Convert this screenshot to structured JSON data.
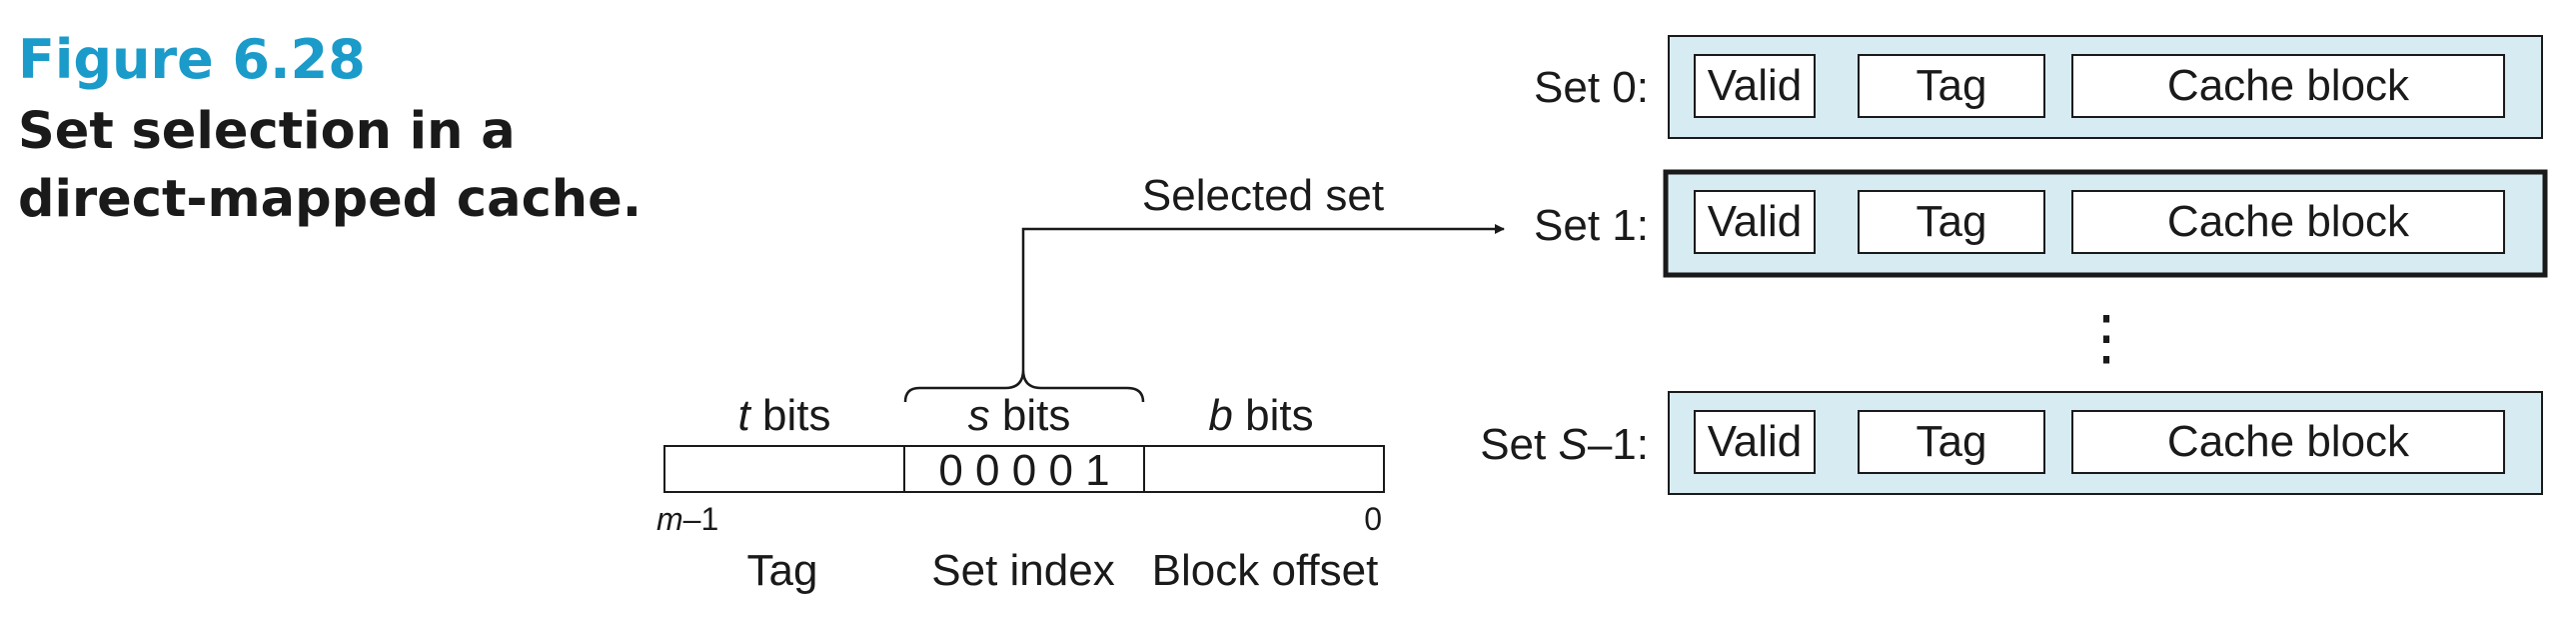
{
  "caption": {
    "number": "Figure 6.28",
    "title": "Set selection in a direct-mapped cache."
  },
  "address": {
    "fields": [
      {
        "width_label_var": "t",
        "width_label_rest": " bits",
        "name": "Tag",
        "value": ""
      },
      {
        "width_label_var": "s",
        "width_label_rest": " bits",
        "name": "Set index",
        "value": "0 0 0 0 1"
      },
      {
        "width_label_var": "b",
        "width_label_rest": " bits",
        "name": "Block offset",
        "value": ""
      }
    ],
    "msb_label_var": "m",
    "msb_label_rest": "–1",
    "lsb_label": "0"
  },
  "selector": {
    "label": "Selected set"
  },
  "cache": {
    "sets": [
      {
        "label_prefix": "Set ",
        "label_var": "",
        "label_suffix": "0:",
        "cells": [
          "Valid",
          "Tag",
          "Cache block"
        ],
        "selected": false
      },
      {
        "label_prefix": "Set ",
        "label_var": "",
        "label_suffix": "1:",
        "cells": [
          "Valid",
          "Tag",
          "Cache block"
        ],
        "selected": true
      },
      {
        "label_prefix": "Set ",
        "label_var": "S",
        "label_suffix": "–1:",
        "cells": [
          "Valid",
          "Tag",
          "Cache block"
        ],
        "selected": false
      }
    ],
    "ellipsis": "⋮"
  },
  "colors": {
    "caption_accent": "#1b9bc9",
    "set_fill": "#d7ebf2",
    "line": "#1a1a1a"
  }
}
